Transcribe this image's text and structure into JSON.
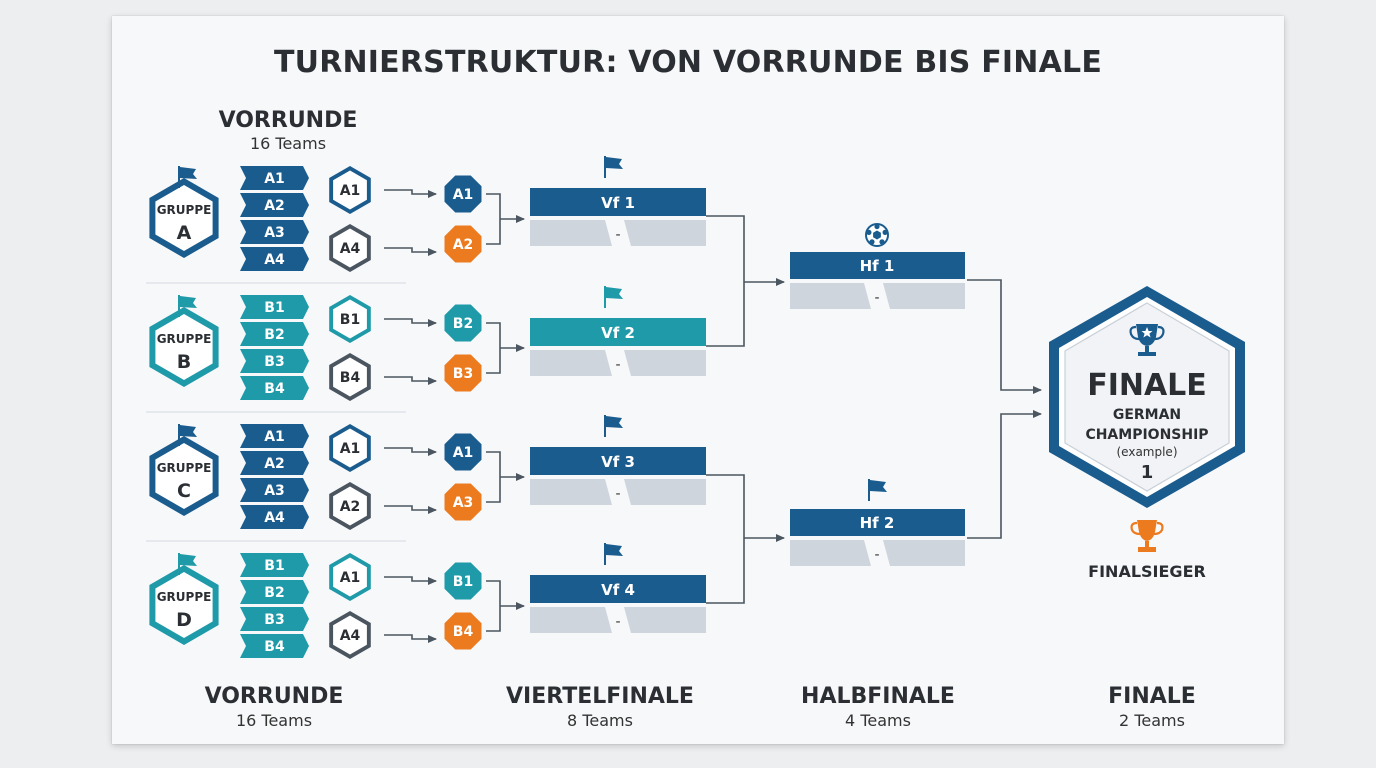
{
  "title": "TURNIERSTRUKTUR: VON VORRUNDE BIS FINALE",
  "top_stage": {
    "label": "VORRUNDE",
    "sub": "16 Teams"
  },
  "groups": [
    {
      "gruppe": "GRUPPE",
      "letter": "A",
      "color": "#1b5c8e",
      "chips": [
        "A1",
        "A2",
        "A3",
        "A4"
      ],
      "chip_color": "#1b5c8e",
      "seeds": [
        "A1",
        "A4"
      ],
      "seed_ring_colors": [
        "#1b5c8e",
        "#4a5560"
      ],
      "qualified": [
        {
          "label": "A1",
          "color": "#1b5c8e"
        },
        {
          "label": "A2",
          "color": "#ec7a1e"
        }
      ]
    },
    {
      "gruppe": "GRUPPE",
      "letter": "B",
      "color": "#1f9aa9",
      "chips": [
        "B1",
        "B2",
        "B3",
        "B4"
      ],
      "chip_color": "#1f9aa9",
      "seeds": [
        "B1",
        "B4"
      ],
      "seed_ring_colors": [
        "#1f9aa9",
        "#4a5560"
      ],
      "qualified": [
        {
          "label": "B2",
          "color": "#1f9aa9"
        },
        {
          "label": "B3",
          "color": "#ec7a1e"
        }
      ]
    },
    {
      "gruppe": "GRUPPE",
      "letter": "C",
      "color": "#1b5c8e",
      "chips": [
        "A1",
        "A2",
        "A3",
        "A4"
      ],
      "chip_color": "#1b5c8e",
      "seeds": [
        "A1",
        "A2"
      ],
      "seed_ring_colors": [
        "#1b5c8e",
        "#4a5560"
      ],
      "qualified": [
        {
          "label": "A1",
          "color": "#1b5c8e"
        },
        {
          "label": "A3",
          "color": "#ec7a1e"
        }
      ]
    },
    {
      "gruppe": "GRUPPE",
      "letter": "D",
      "color": "#1f9aa9",
      "chips": [
        "B1",
        "B2",
        "B3",
        "B4"
      ],
      "chip_color": "#1f9aa9",
      "seeds": [
        "A1",
        "A4"
      ],
      "seed_ring_colors": [
        "#1f9aa9",
        "#4a5560"
      ],
      "qualified": [
        {
          "label": "B1",
          "color": "#1f9aa9"
        },
        {
          "label": "B4",
          "color": "#ec7a1e"
        }
      ]
    }
  ],
  "quarterfinals": [
    {
      "label": "Vf 1",
      "score": "-",
      "color": "#1b5c8e"
    },
    {
      "label": "Vf 2",
      "score": "-",
      "color": "#1f9aa9"
    },
    {
      "label": "Vf 3",
      "score": "-",
      "color": "#1b5c8e"
    },
    {
      "label": "Vf 4",
      "score": "-",
      "color": "#1b5c8e"
    }
  ],
  "semifinals": [
    {
      "label": "Hf 1",
      "score": "-",
      "color": "#1b5c8e",
      "icon": "soccer-ball-icon"
    },
    {
      "label": "Hf 2",
      "score": "-",
      "color": "#1b5c8e",
      "icon": "flag-icon"
    }
  ],
  "final": {
    "label": "FINALE",
    "line1": "GERMAN",
    "line2": "CHAMPIONSHIP",
    "note": "(example)",
    "number": "1",
    "winner": "FINALSIEGER",
    "winner_icon": "trophy-icon",
    "accent": "#1b5c8e",
    "trophy_color": "#ec7a1e"
  },
  "bottom_stages": [
    {
      "label": "VORRUNDE",
      "sub": "16 Teams"
    },
    {
      "label": "VIERTELFINALE",
      "sub": "8 Teams"
    },
    {
      "label": "HALBFINALE",
      "sub": "4 Teams"
    },
    {
      "label": "FINALE",
      "sub": "2 Teams"
    }
  ],
  "colors": {
    "dark_blue": "#1b5c8e",
    "teal": "#1f9aa9",
    "orange": "#ec7a1e",
    "slot_gray": "#cfd5dc",
    "line": "#4b5660"
  }
}
